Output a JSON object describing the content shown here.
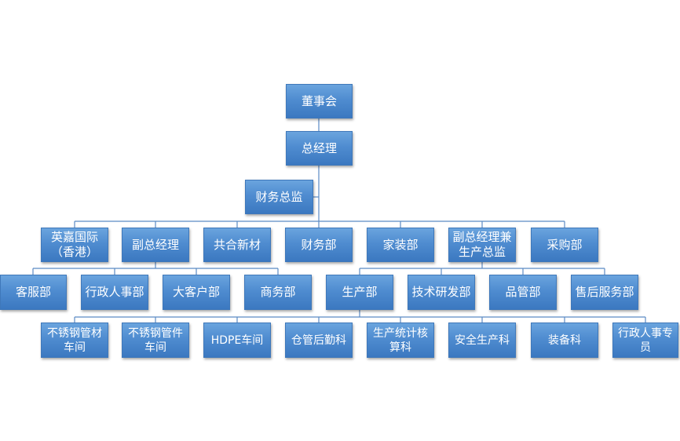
{
  "org_chart": {
    "board": "董事会",
    "general_manager": "总经理",
    "finance_director": "财务总监",
    "level3": [
      "英嘉国际\n（香港）",
      "副总经理",
      "共合新材",
      "财务部",
      "家装部",
      "副总经理兼\n生产总监",
      "采购部"
    ],
    "vp_departments": [
      "客服部",
      "行政人事部",
      "大客户部",
      "商务部"
    ],
    "production_departments": [
      "生产部",
      "技术研发部",
      "品管部",
      "售后服务部"
    ],
    "production_units": [
      "不锈钢管材\n车间",
      "不锈钢管件\n车间",
      "HDPE车间",
      "仓管后勤科",
      "生产统计核\n算科",
      "安全生产科",
      "装备科",
      "行政人事专\n员"
    ]
  }
}
